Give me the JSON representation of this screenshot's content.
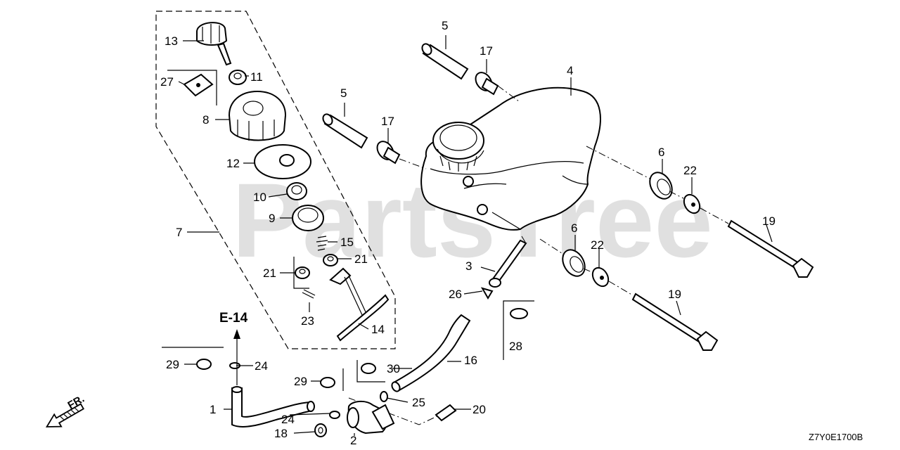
{
  "watermark": "PartsTree",
  "reference_label": "E-14",
  "front_marker": "FR.",
  "drawing_code": "Z7Y0E1700B",
  "callouts": {
    "c1": "1",
    "c2": "2",
    "c3": "3",
    "c4": "4",
    "c5a": "5",
    "c5b": "5",
    "c6a": "6",
    "c6b": "6",
    "c7": "7",
    "c8": "8",
    "c9": "9",
    "c10": "10",
    "c11": "11",
    "c12": "12",
    "c13": "13",
    "c14": "14",
    "c15": "15",
    "c16": "16",
    "c17a": "17",
    "c17b": "17",
    "c18": "18",
    "c19a": "19",
    "c19b": "19",
    "c20": "20",
    "c21a": "21",
    "c21b": "21",
    "c22a": "22",
    "c22b": "22",
    "c23": "23",
    "c24a": "24",
    "c24b": "24",
    "c25": "25",
    "c26": "26",
    "c27": "27",
    "c28": "28",
    "c29a": "29",
    "c29b": "29",
    "c30": "30"
  }
}
